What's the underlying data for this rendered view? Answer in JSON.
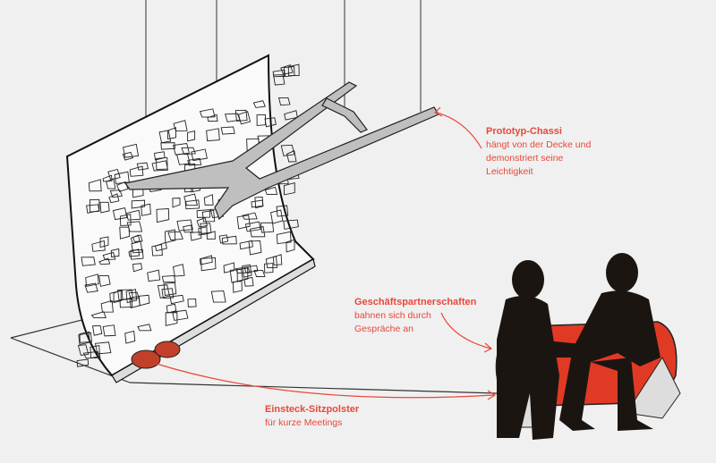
{
  "colors": {
    "accent": "#e8473a",
    "ink": "#1a1a1a",
    "background": "#f0f0f0",
    "cushion": "#e03a25"
  },
  "annotations": [
    {
      "title": "Prototyp-Chassi",
      "lines": [
        "hängt von der Decke und",
        "demonstriert seine",
        "Leichtigkeit"
      ]
    },
    {
      "title": "Geschäftspartnerschaften",
      "lines": [
        "bahnen sich durch",
        "Gespräche an"
      ]
    },
    {
      "title": "Einsteck-Sitzpolster",
      "lines": [
        "für kurze Meetings"
      ]
    }
  ]
}
